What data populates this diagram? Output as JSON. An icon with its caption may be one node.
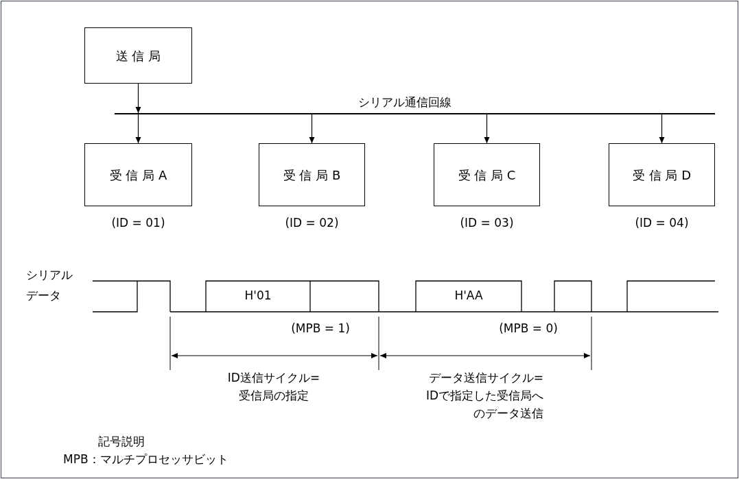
{
  "diagram": {
    "nodes": [
      {
        "text": [
          "送 信 局"
        ]
      },
      {
        "text": [
          "受 信 局 A"
        ],
        "beside": [
          "(ID = 01)"
        ]
      },
      {
        "text": [
          "受 信 局 B"
        ],
        "beside": [
          "(ID = 02)"
        ]
      },
      {
        "text": [
          "受 信 局 C"
        ],
        "beside": [
          "(ID = 03)"
        ]
      },
      {
        "text": [
          "受 信 局 D"
        ],
        "beside": [
          "(ID = 04)"
        ]
      },
      {
        "text": [],
        "shape": "bar"
      }
    ],
    "edges": [
      {
        "from": 0,
        "to": 5,
        "arrow": "to"
      },
      {
        "from": 5,
        "to": 1,
        "arrow": "to"
      },
      {
        "from": 5,
        "to": 2,
        "arrow": "to"
      },
      {
        "from": 5,
        "to": 3,
        "arrow": "to"
      },
      {
        "from": 5,
        "to": 4,
        "arrow": "to"
      }
    ],
    "labels": [
      "シリアル通信回線",
      "シリアルデータ",
      "H'01",
      "H'AA",
      "(MPB = 1)",
      "(MPB = 0)",
      "ID送信サイクル= 受信局の指定",
      "データ送信サイクル= IDで指定した受信局へのデータ送信",
      "記号説明",
      "MPB：マルチプロセッサビット"
    ]
  }
}
